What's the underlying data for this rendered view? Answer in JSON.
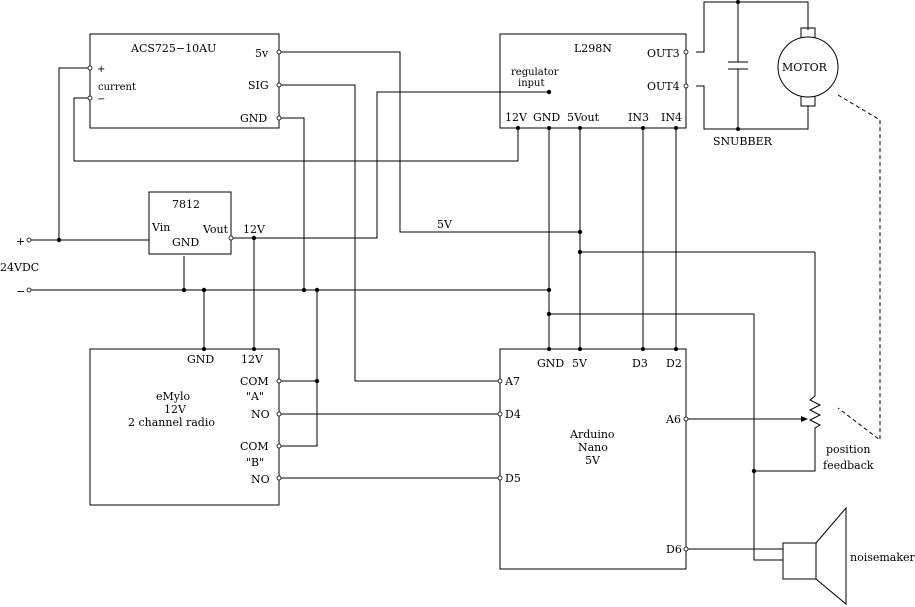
{
  "supply": {
    "plus": "+",
    "minus": "−",
    "label": "24VDC"
  },
  "acs": {
    "name": "ACS725−10AU",
    "plus": "+",
    "minus": "−",
    "current": "current",
    "pin_5v": "5v",
    "pin_sig": "SIG",
    "pin_gnd": "GND"
  },
  "l298n": {
    "name": "L298N",
    "reg1": "regulator",
    "reg2": "input",
    "out3": "OUT3",
    "out4": "OUT4",
    "pin_12v": "12V",
    "pin_gnd": "GND",
    "pin_5vout": "5Vout",
    "pin_in3": "IN3",
    "pin_in4": "IN4"
  },
  "motor": {
    "label": "MOTOR",
    "snubber": "SNUBBER"
  },
  "reg7812": {
    "name": "7812",
    "vin": "Vin",
    "gnd": "GND",
    "vout": "Vout",
    "out_label": "12V"
  },
  "bus": {
    "v5": "5V"
  },
  "emylo": {
    "line1": "eMylo",
    "line2": "12V",
    "line3": "2 channel radio",
    "gnd": "GND",
    "v12": "12V",
    "com_a": "COM",
    "a": "\"A\"",
    "no_a": "NO",
    "com_b": "COM",
    "b": "\"B\"",
    "no_b": "NO"
  },
  "arduino": {
    "line1": "Arduino",
    "line2": "Nano",
    "line3": "5V",
    "gnd": "GND",
    "v5": "5V",
    "d3": "D3",
    "d2": "D2",
    "a7": "A7",
    "d4": "D4",
    "d5": "D5",
    "a6": "A6",
    "d6": "D6"
  },
  "feedback": {
    "line1": "position",
    "line2": "feedback"
  },
  "speaker": {
    "label": "noisemaker"
  }
}
